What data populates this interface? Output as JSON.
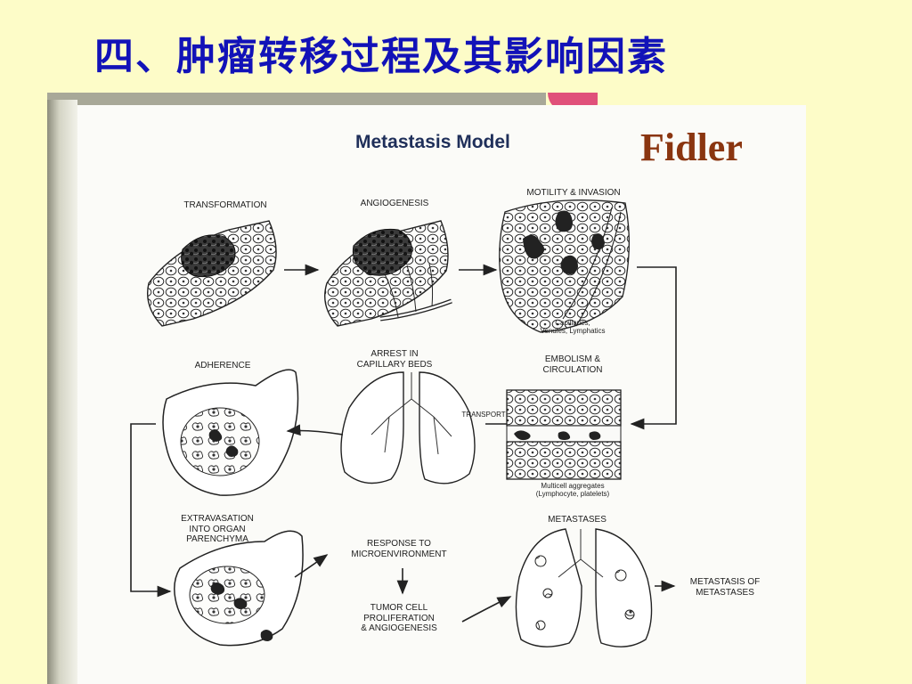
{
  "slide": {
    "title": "四、肿瘤转移过程及其影响因素",
    "author": "Fidler",
    "colors": {
      "background": "#fdfcc8",
      "title": "#1212b8",
      "author": "#8a3510"
    }
  },
  "figure": {
    "title": "Metastasis Model",
    "steps": [
      {
        "key": "transformation",
        "label": "TRANSFORMATION"
      },
      {
        "key": "angiogenesis",
        "label": "ANGIOGENESIS"
      },
      {
        "key": "motility",
        "label": "MOTILITY & INVASION"
      },
      {
        "key": "vessels",
        "label": "Capillaries,\nVenules, Lymphatics"
      },
      {
        "key": "embolism",
        "label": "EMBOLISM &\nCIRCULATION"
      },
      {
        "key": "aggregates",
        "label": "Multicell aggregates\n(Lymphocyte, platelets)"
      },
      {
        "key": "transport",
        "label": "TRANSPORT"
      },
      {
        "key": "arrest",
        "label": "ARREST IN\nCAPILLARY BEDS"
      },
      {
        "key": "adherence",
        "label": "ADHERENCE"
      },
      {
        "key": "extravasation",
        "label": "EXTRAVASATION\nINTO ORGAN\nPARENCHYMA"
      },
      {
        "key": "response",
        "label": "RESPONSE TO\nMICROENVIRONMENT"
      },
      {
        "key": "proliferation",
        "label": "TUMOR CELL\nPROLIFERATION\n& ANGIOGENESIS"
      },
      {
        "key": "metastases",
        "label": "METASTASES"
      },
      {
        "key": "metastasis_of",
        "label": "METASTASIS OF\nMETASTASES"
      }
    ]
  }
}
